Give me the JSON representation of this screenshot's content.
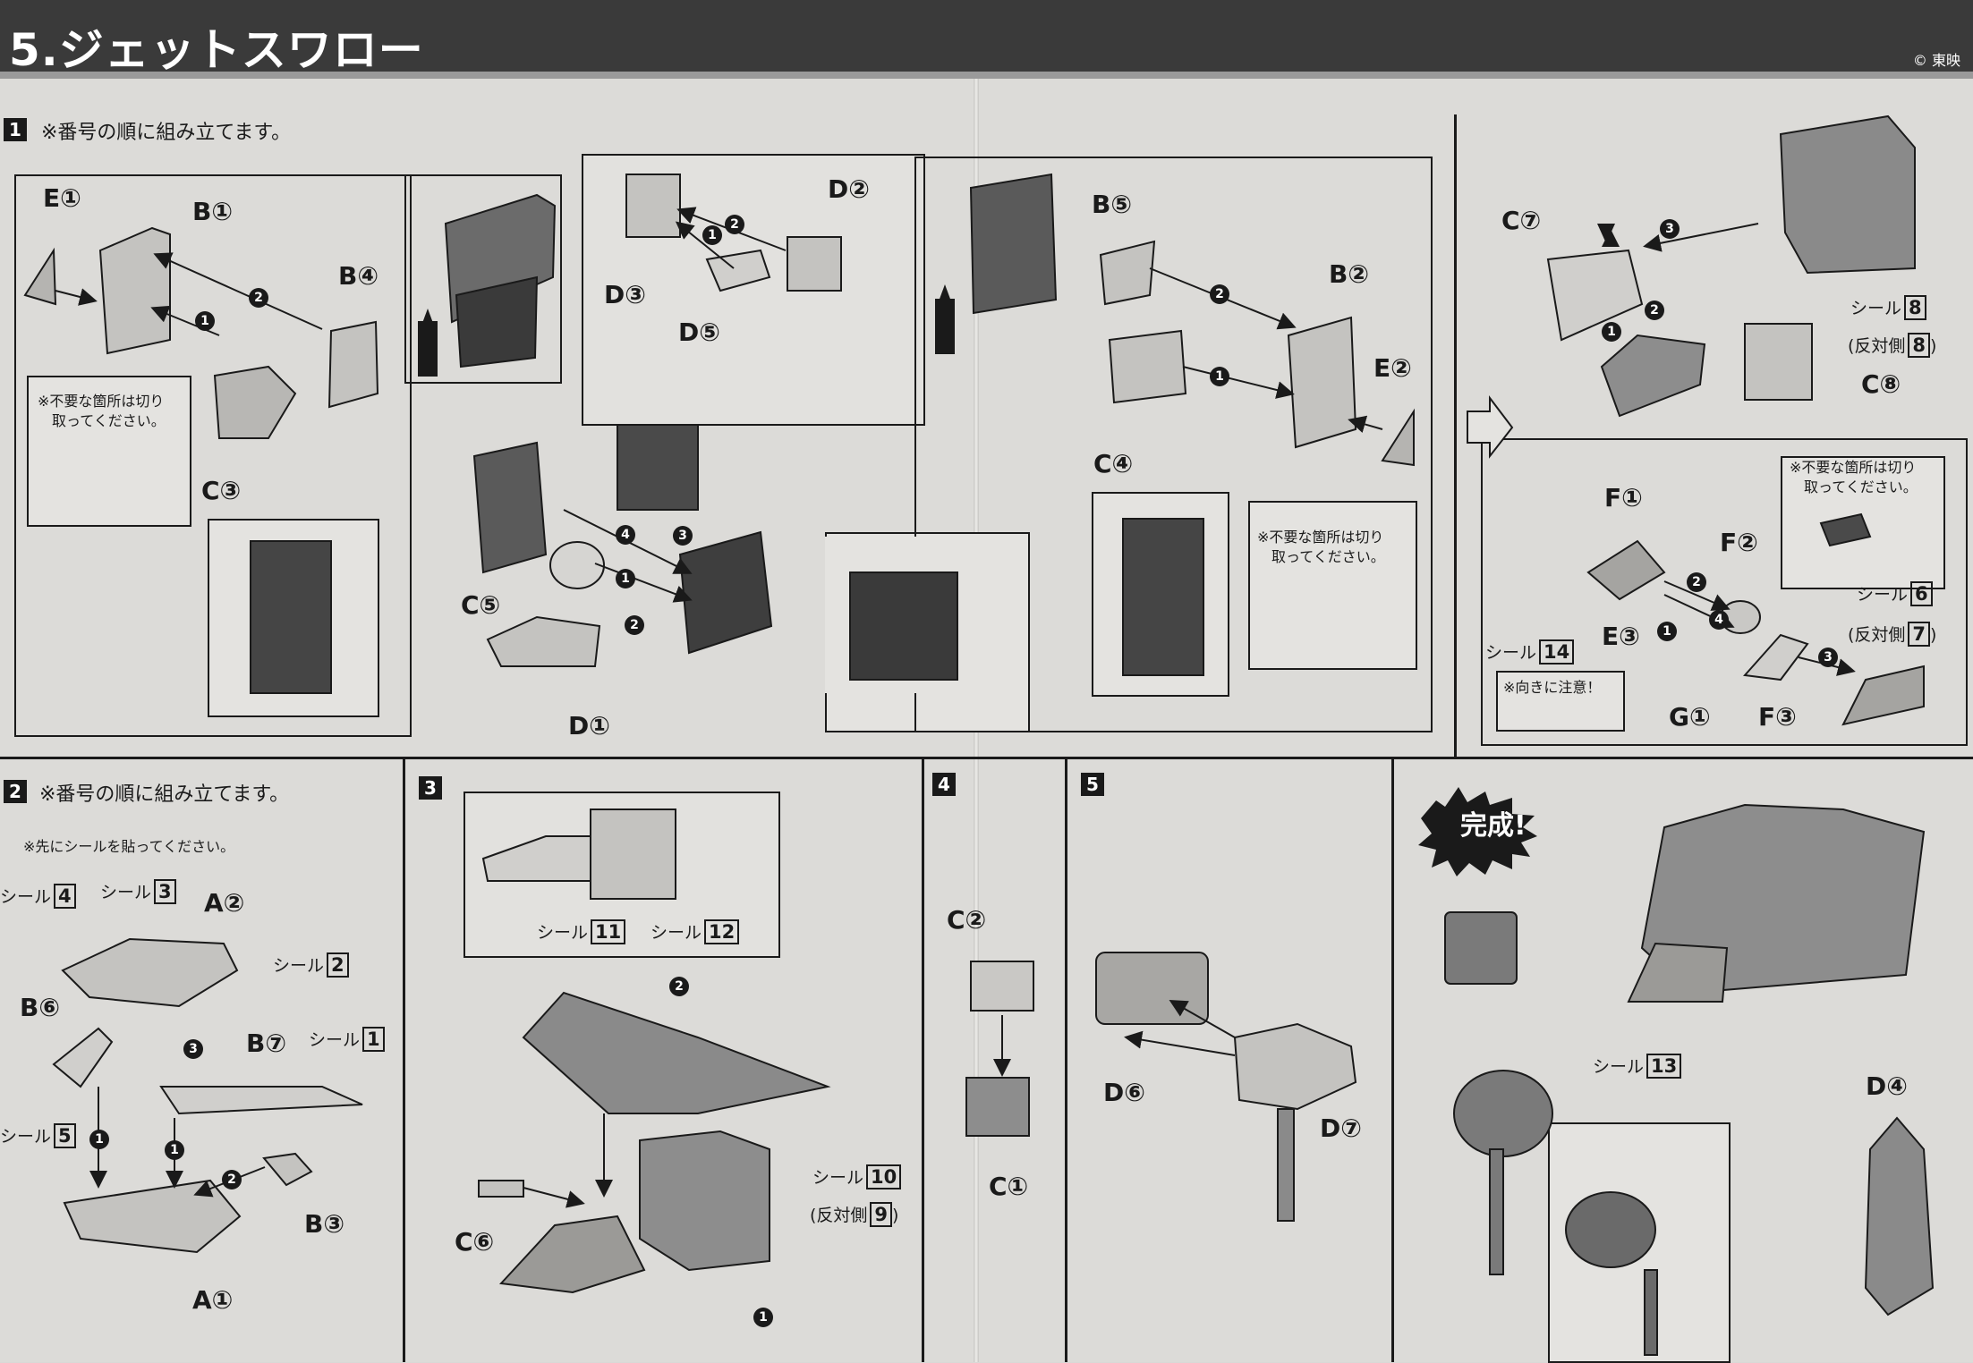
{
  "header": {
    "title": "5.ジェットスワロー",
    "copyright": "© 東映"
  },
  "steps": {
    "s1": {
      "badge": "1",
      "note": "※番号の順に組み立てます。"
    },
    "s2": {
      "badge": "2",
      "note": "※番号の順に組み立てます。",
      "subnote": "※先にシールを貼ってください。"
    },
    "s3": {
      "badge": "3"
    },
    "s4": {
      "badge": "4"
    },
    "s5": {
      "badge": "5"
    },
    "done": {
      "text": "完成!"
    }
  },
  "cut_note": {
    "line1": "※不要な箇所は切り",
    "line2": "取ってください。"
  },
  "orientation_note": "※向きに注意！",
  "seal_word": "シール",
  "reverse_word": "(反対側",
  "parts": {
    "e1": "E①",
    "b1": "B①",
    "b4": "B④",
    "c3": "C③",
    "d2": "D②",
    "d3": "D③",
    "d5": "D⑤",
    "c5": "C⑤",
    "d1": "D①",
    "b5": "B⑤",
    "b2": "B②",
    "e2": "E②",
    "c4": "C④",
    "c7": "C⑦",
    "c8": "C⑧",
    "f1": "F①",
    "f2": "F②",
    "e3": "E③",
    "g1": "G①",
    "f3": "F③",
    "a2": "A②",
    "b6": "B⑥",
    "b7": "B⑦",
    "b3": "B③",
    "a1": "A①",
    "c6": "C⑥",
    "c2": "C②",
    "c1": "C①",
    "d6": "D⑥",
    "d7": "D⑦",
    "d4": "D④"
  },
  "seals": {
    "s8": "8",
    "s8r": "8",
    "s6": "6",
    "s7r": "7",
    "s14": "14",
    "s4": "4",
    "s3": "3",
    "s2": "2",
    "s5": "5",
    "s1": "1",
    "s11": "11",
    "s12": "12",
    "s10": "10",
    "s9r": "9",
    "s13": "13"
  },
  "callouts": {
    "c1": "1",
    "c2": "2",
    "n1": "1",
    "n2": "2",
    "n3": "3",
    "n4": "4"
  }
}
